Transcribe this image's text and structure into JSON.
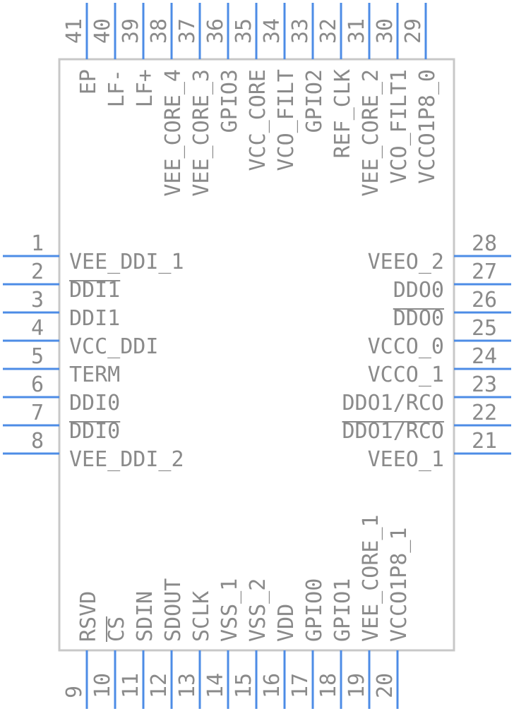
{
  "colors": {
    "pin_line": "#4d8ce6",
    "body_outline": "#c8c8c8",
    "text": "#8a8a8a"
  },
  "left_pins": [
    {
      "num": "1",
      "name": "VEE_DDI_1"
    },
    {
      "num": "2",
      "name": "DDI1",
      "overline": true
    },
    {
      "num": "3",
      "name": "DDI1"
    },
    {
      "num": "4",
      "name": "VCC_DDI"
    },
    {
      "num": "5",
      "name": "TERM"
    },
    {
      "num": "6",
      "name": "DDI0"
    },
    {
      "num": "7",
      "name": "DDI0",
      "overline": true
    },
    {
      "num": "8",
      "name": "VEE_DDI_2"
    }
  ],
  "right_pins": [
    {
      "num": "28",
      "name": "VEEO_2"
    },
    {
      "num": "27",
      "name": "DDO0"
    },
    {
      "num": "26",
      "name": "DDO0",
      "overline": true
    },
    {
      "num": "25",
      "name": "VCCO_0"
    },
    {
      "num": "24",
      "name": "VCCO_1"
    },
    {
      "num": "23",
      "name": "DDO1/RCO"
    },
    {
      "num": "22",
      "name": "DDO1/RCO",
      "overline": true
    },
    {
      "num": "21",
      "name": "VEEO_1"
    }
  ],
  "bottom_pins": [
    {
      "num": "9",
      "name": "RSVD"
    },
    {
      "num": "10",
      "name": "CS",
      "overline": true
    },
    {
      "num": "11",
      "name": "SDIN"
    },
    {
      "num": "12",
      "name": "SDOUT"
    },
    {
      "num": "13",
      "name": "SCLK"
    },
    {
      "num": "14",
      "name": "VSS_1"
    },
    {
      "num": "15",
      "name": "VSS_2"
    },
    {
      "num": "16",
      "name": "VDD"
    },
    {
      "num": "17",
      "name": "GPIO0"
    },
    {
      "num": "18",
      "name": "GPIO1"
    },
    {
      "num": "19",
      "name": "VEE_CORE_1"
    },
    {
      "num": "20",
      "name": "VCCO1P8_1"
    }
  ],
  "top_pins": [
    {
      "num": "41",
      "name": "EP"
    },
    {
      "num": "40",
      "name": "LF-"
    },
    {
      "num": "39",
      "name": "LF+"
    },
    {
      "num": "38",
      "name": "VEE_CORE_4"
    },
    {
      "num": "37",
      "name": "VEE_CORE_3"
    },
    {
      "num": "36",
      "name": "GPIO3"
    },
    {
      "num": "35",
      "name": "VCC_CORE"
    },
    {
      "num": "34",
      "name": "VCO_FILT"
    },
    {
      "num": "33",
      "name": "GPIO2"
    },
    {
      "num": "32",
      "name": "REF_CLK"
    },
    {
      "num": "31",
      "name": "VEE_CORE_2"
    },
    {
      "num": "30",
      "name": "VCO_FILT1"
    },
    {
      "num": "29",
      "name": "VCCO1P8_0"
    }
  ]
}
